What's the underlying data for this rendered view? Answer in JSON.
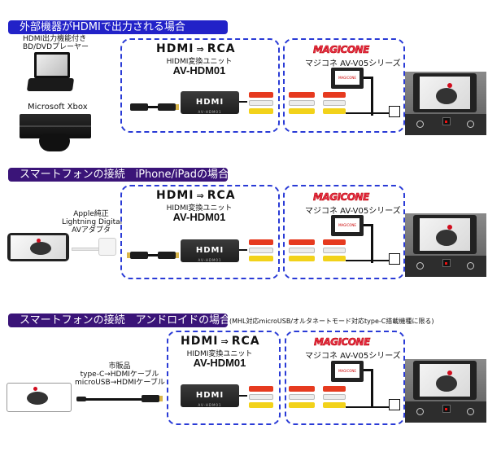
{
  "sections": [
    {
      "header": "外部機器がHDMIで出力される場合",
      "header_color": "#2222c8",
      "sources": [
        {
          "label_lines": [
            "HDMI出力機能付き",
            "BD/DVDプレーヤー"
          ],
          "icon": "portable-dvd-player-icon"
        },
        {
          "label_lines": [
            "Microsoft Xbox"
          ],
          "icon": "xbox-console-icon"
        }
      ]
    },
    {
      "header": "スマートフォンの接続　iPhone/iPadの場合",
      "header_color": "#3a1478",
      "sources": [
        {
          "label_lines": [
            "Apple純正",
            "Lightning Digital",
            "AVアダプタ"
          ],
          "icon": "lightning-av-adapter-icon"
        }
      ]
    },
    {
      "header": "スマートフォンの接続　アンドロイドの場合",
      "header_color": "#3a1478",
      "note": "(MHL対応microUSB/オルタネートモード対応type-C搭載機種に限る)",
      "sources": [
        {
          "label_lines": [
            "市販品",
            "type-C→HDMIケーブル",
            "microUSB→HDMIケーブル"
          ],
          "icon": "usb-hdmi-cable-icon"
        }
      ]
    }
  ],
  "converter": {
    "logo_left": "HDMI",
    "logo_arrow": "⇒",
    "logo_right": "RCA",
    "label": "HIDMI変換ユニット",
    "model": "AV-HDM01",
    "device_text": "HDMI",
    "device_sub": "AV-HDM01"
  },
  "magicone": {
    "logo": "MAGICONE",
    "label": "マジコネ AV-V05シリーズ",
    "device_text": "MAGICONE"
  },
  "colors": {
    "dash_border": "#2a3bd6",
    "rca_red": "#e63a1f",
    "rca_white": "#ececec",
    "rca_yellow": "#f2d21a",
    "magicone_red": "#e8304a"
  }
}
